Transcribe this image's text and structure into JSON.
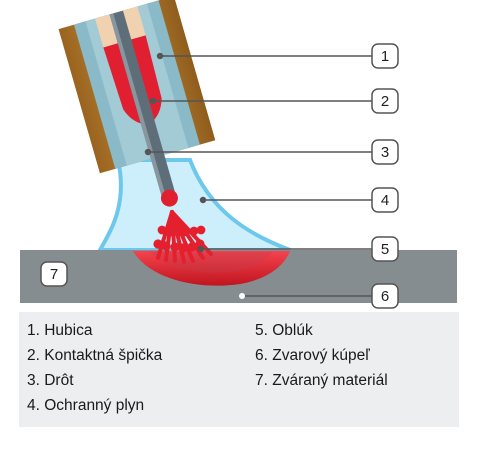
{
  "callouts": [
    "1",
    "2",
    "3",
    "4",
    "5",
    "6"
  ],
  "material_badge": "7",
  "legend": {
    "left": [
      "1. Hubica",
      "2. Kontaktná špička",
      "3. Drôt",
      "4. Ochranný plyn"
    ],
    "right": [
      "5. Oblúk",
      "6. Zvarový kúpeľ",
      "7. Zváraný materiál"
    ]
  },
  "colors": {
    "nozzle": "#b07a2a",
    "nozzle_inner": "#7fb3c4",
    "contact_tip": "#e02030",
    "wire": "#5a6a75",
    "shielding_gas": "#bfe6f7",
    "arc": "#e0202f",
    "base_material": "#868d90",
    "legend_bg": "#eceeef"
  }
}
